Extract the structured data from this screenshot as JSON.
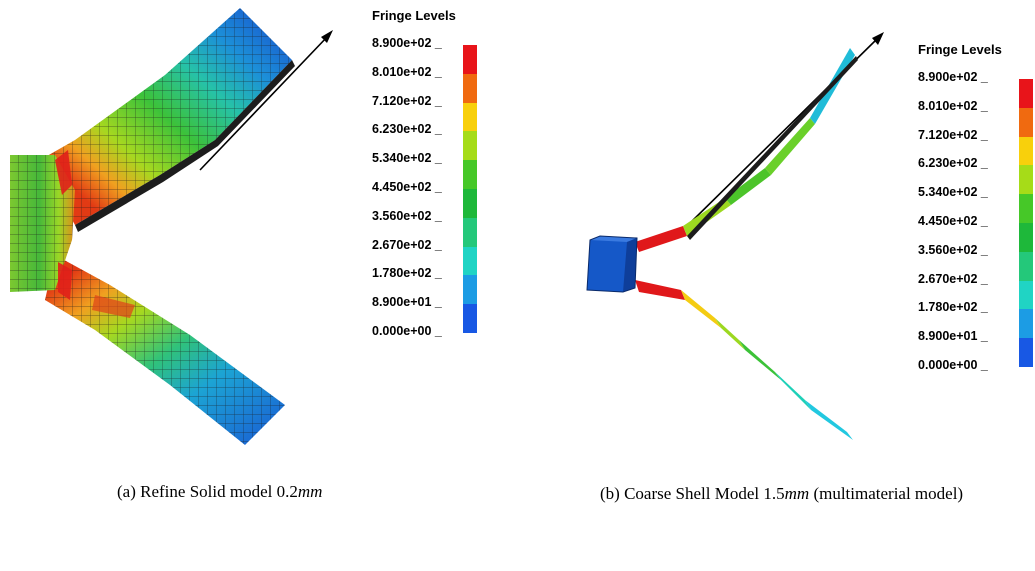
{
  "legend": {
    "title": "Fringe Levels",
    "levels": [
      "8.900e+02",
      "8.010e+02",
      "7.120e+02",
      "6.230e+02",
      "5.340e+02",
      "4.450e+02",
      "3.560e+02",
      "2.670e+02",
      "1.780e+02",
      "8.900e+01",
      "0.000e+00"
    ],
    "colors": [
      "#e8141a",
      "#f06a10",
      "#f8d00c",
      "#a6dc18",
      "#46c828",
      "#1eb83a",
      "#24c87a",
      "#20d4c4",
      "#1c9ce4",
      "#1858e4",
      "#1212cc"
    ]
  },
  "captions": {
    "a": {
      "prefix": "(a)",
      "text": "Refine Solid model 0.2",
      "unit": "mm"
    },
    "b": {
      "prefix": "(b)",
      "text": "Coarse Shell Model 1.5",
      "unit": "mm",
      "suffix": "(multimaterial model)"
    }
  }
}
